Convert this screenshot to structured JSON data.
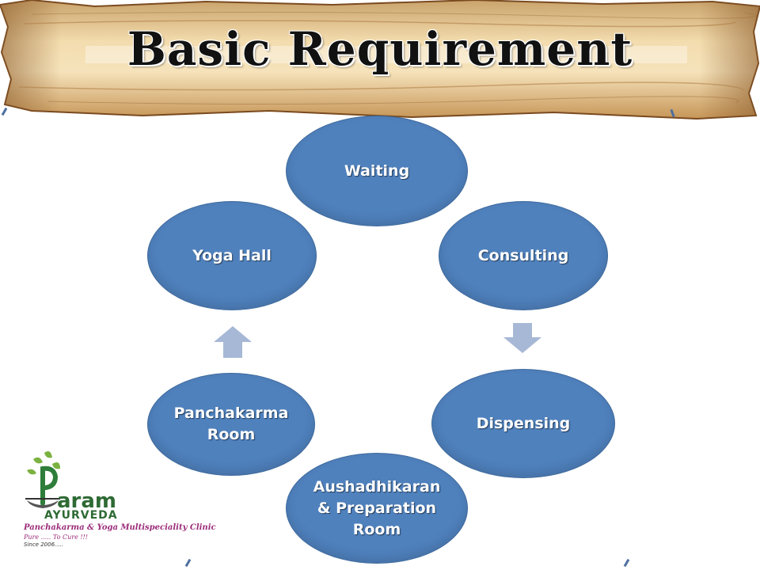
{
  "slide": {
    "title": "Basic Requirement"
  },
  "diagram": {
    "nodes": [
      {
        "id": "waiting",
        "label": "Waiting"
      },
      {
        "id": "consulting",
        "label": "Consulting"
      },
      {
        "id": "dispensing",
        "label": "Dispensing"
      },
      {
        "id": "aushadhikaran",
        "label": "Aushadhikaran\n& Preparation\nRoom"
      },
      {
        "id": "panchakarma",
        "label": "Panchakarma\nRoom"
      },
      {
        "id": "yoga",
        "label": "Yoga Hall"
      }
    ],
    "colors": {
      "node_fill": "#4f81bd",
      "node_text": "#ffffff",
      "arrow_fill": "#a7b8d6"
    }
  },
  "logo": {
    "name": "aram",
    "brand": "AYURVEDA",
    "tagline": "Panchakarma & Yoga Multispeciality Clinic",
    "motto": "Pure ..... To Cure !!!",
    "since": "Since 2006....."
  }
}
